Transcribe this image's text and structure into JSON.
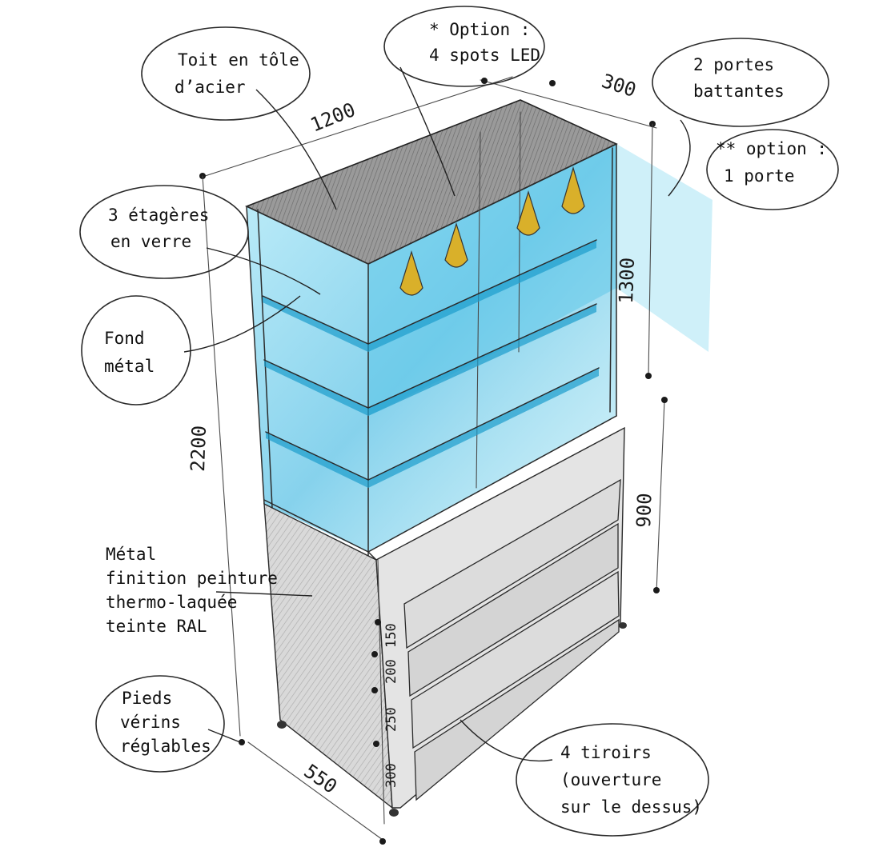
{
  "colors": {
    "ink": "#222222",
    "glass_blue": "#3cb8e0",
    "metal_grey": "#c8c8c8",
    "roof_dark": "#8a8a8a",
    "spot_yellow": "#e0b420"
  },
  "labels": {
    "roof": [
      "Toit en tôle",
      "d’acier"
    ],
    "spots": [
      "* Option :",
      "4 spots LED"
    ],
    "doors": [
      "2 portes",
      "battantes"
    ],
    "door_option": [
      "** option :",
      "1 porte"
    ],
    "shelves": [
      "3 étagères",
      "en verre"
    ],
    "back": [
      "Fond",
      "métal"
    ],
    "finish": [
      "Métal",
      "finition peinture",
      "thermo-laquée",
      "teinte RAL"
    ],
    "feet": [
      "Pieds",
      "vérins",
      "réglables"
    ],
    "drawers": [
      "4 tiroirs",
      "(ouverture",
      "sur le dessus)"
    ]
  },
  "dimensions": {
    "width": "1200",
    "depth_top": "300",
    "upper_height": "1300",
    "total_height": "2200",
    "lower_height": "900",
    "depth_bottom": "550",
    "drawer_heights": [
      "300",
      "250",
      "200",
      "150"
    ]
  }
}
